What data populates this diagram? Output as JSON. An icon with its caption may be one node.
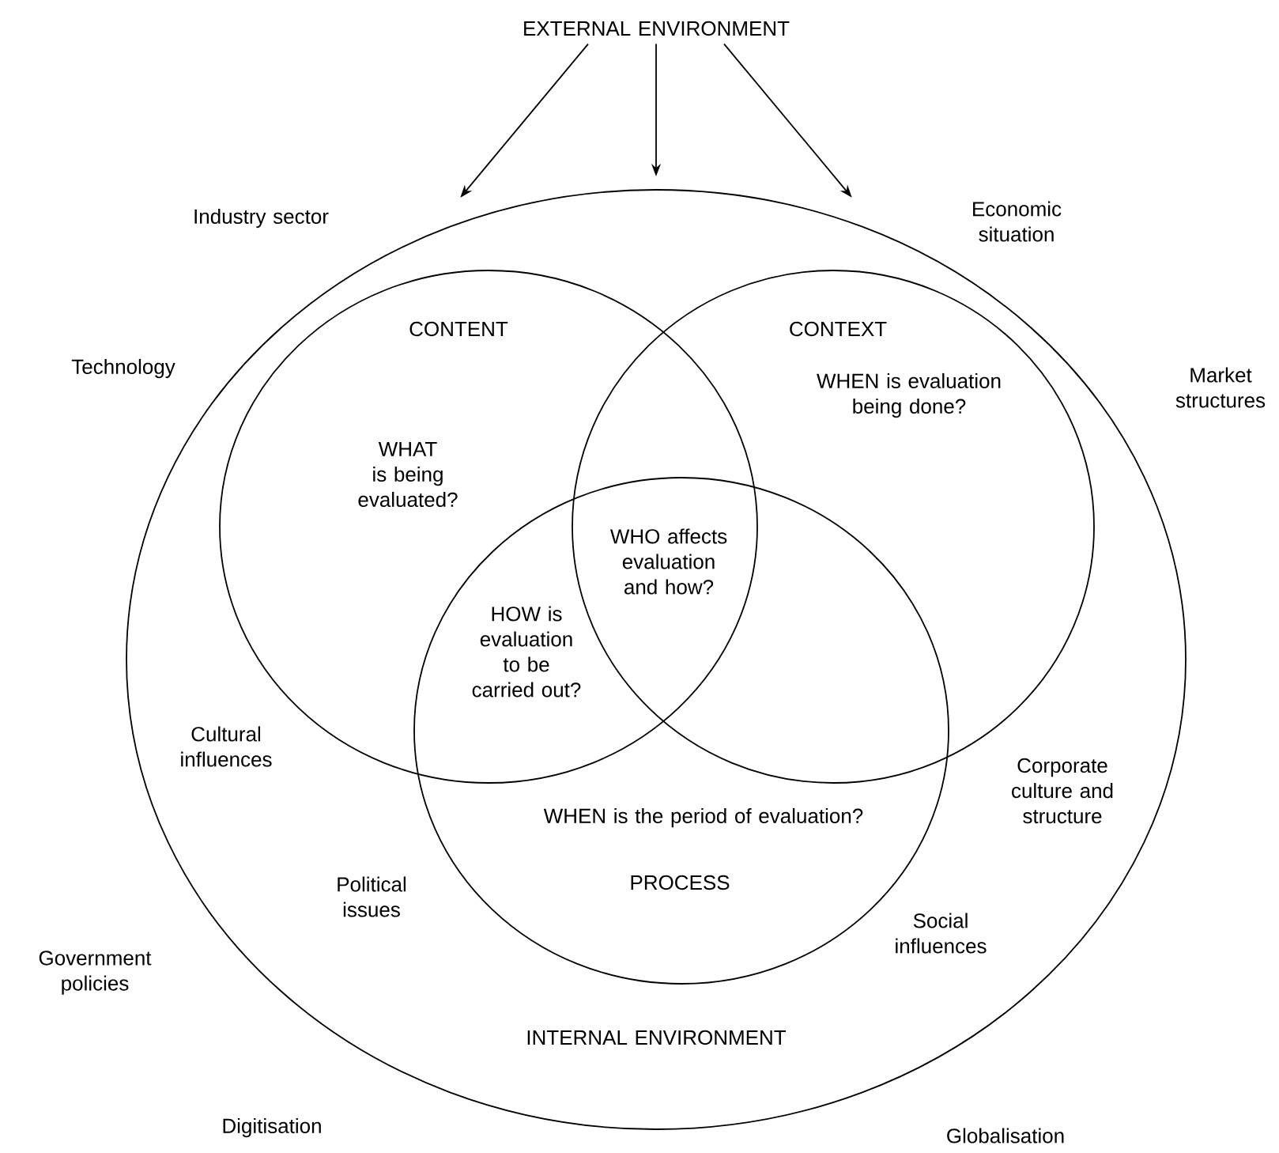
{
  "diagram": {
    "nodes": [
      {
        "text": [
          "EXTERNAL ENVIRONMENT"
        ]
      },
      {
        "text": [
          "Cultural influences",
          "Corporate culture and structure",
          "Political issues",
          "Social influences",
          "INTERNAL ENVIRONMENT"
        ]
      },
      {
        "text": [
          "CONTENT",
          "WHAT is being evaluated?"
        ],
        "in": 1
      },
      {
        "text": [
          "CONTEXT",
          "WHEN is evaluation being done?"
        ],
        "in": 1
      },
      {
        "text": [
          "WHEN is the period of evaluation?",
          "PROCESS"
        ],
        "in": 1
      }
    ],
    "edges": [
      {
        "from": 0,
        "to": 1,
        "arrow": "to"
      },
      {
        "from": 0,
        "to": 1,
        "arrow": "to"
      },
      {
        "from": 0,
        "to": 1,
        "arrow": "to"
      }
    ],
    "labels": [
      "Industry sector",
      "Economic situation",
      "Technology",
      "Market structures",
      "WHO affects evaluation and how?",
      "HOW is evaluation to be carried out?",
      "Government policies",
      "Digitisation",
      "Globalisation"
    ]
  }
}
